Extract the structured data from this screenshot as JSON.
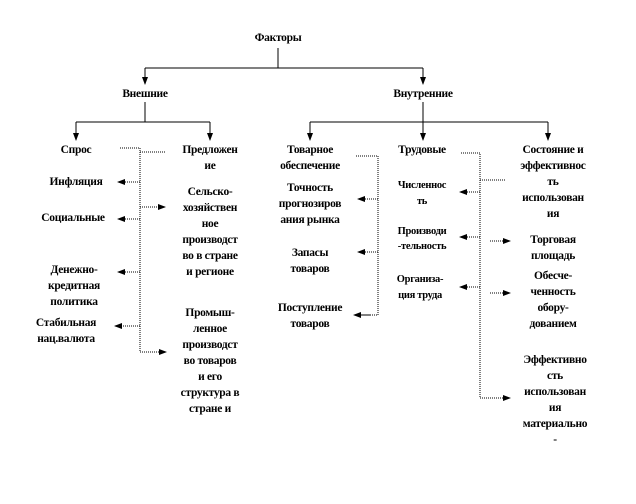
{
  "root": "Факторы",
  "groups": {
    "external": "Внешние",
    "internal": "Внутренние"
  },
  "demand": {
    "title": "Спрос",
    "items": [
      "Инфляция",
      "Социальные",
      "Денежно-\nкредитная\nполитика",
      "Стабильная\nнац.валюта"
    ]
  },
  "supply": {
    "title": "Предложен\nие",
    "items": [
      "Сельско-\nхозяйствен\nное\nпроизводст\nво в стране\nи регионе",
      "Промыш-\nленное\nпроизводст\nво товаров\nи его\nструктура в\nстране и"
    ]
  },
  "goods": {
    "title": "Товарное\nобеспечение",
    "items": [
      "Точность\nпрогнозиров\nания рынка",
      "Запасы\nтоваров",
      "Поступление\nтоваров"
    ]
  },
  "labor": {
    "title": "Трудовые",
    "items": [
      "Численнос\nть",
      "Производи\n-тельность",
      "Организа-\nция труда"
    ]
  },
  "assets": {
    "title": "Состояние и\nэффективнос\nть\nиспользован\nия",
    "items": [
      "Торговая\nплощадь",
      "Обесче-\nченность\nобору-\nдованием",
      "Эффективно\nсть\nиспользован\nия\nматериально\n-"
    ]
  }
}
